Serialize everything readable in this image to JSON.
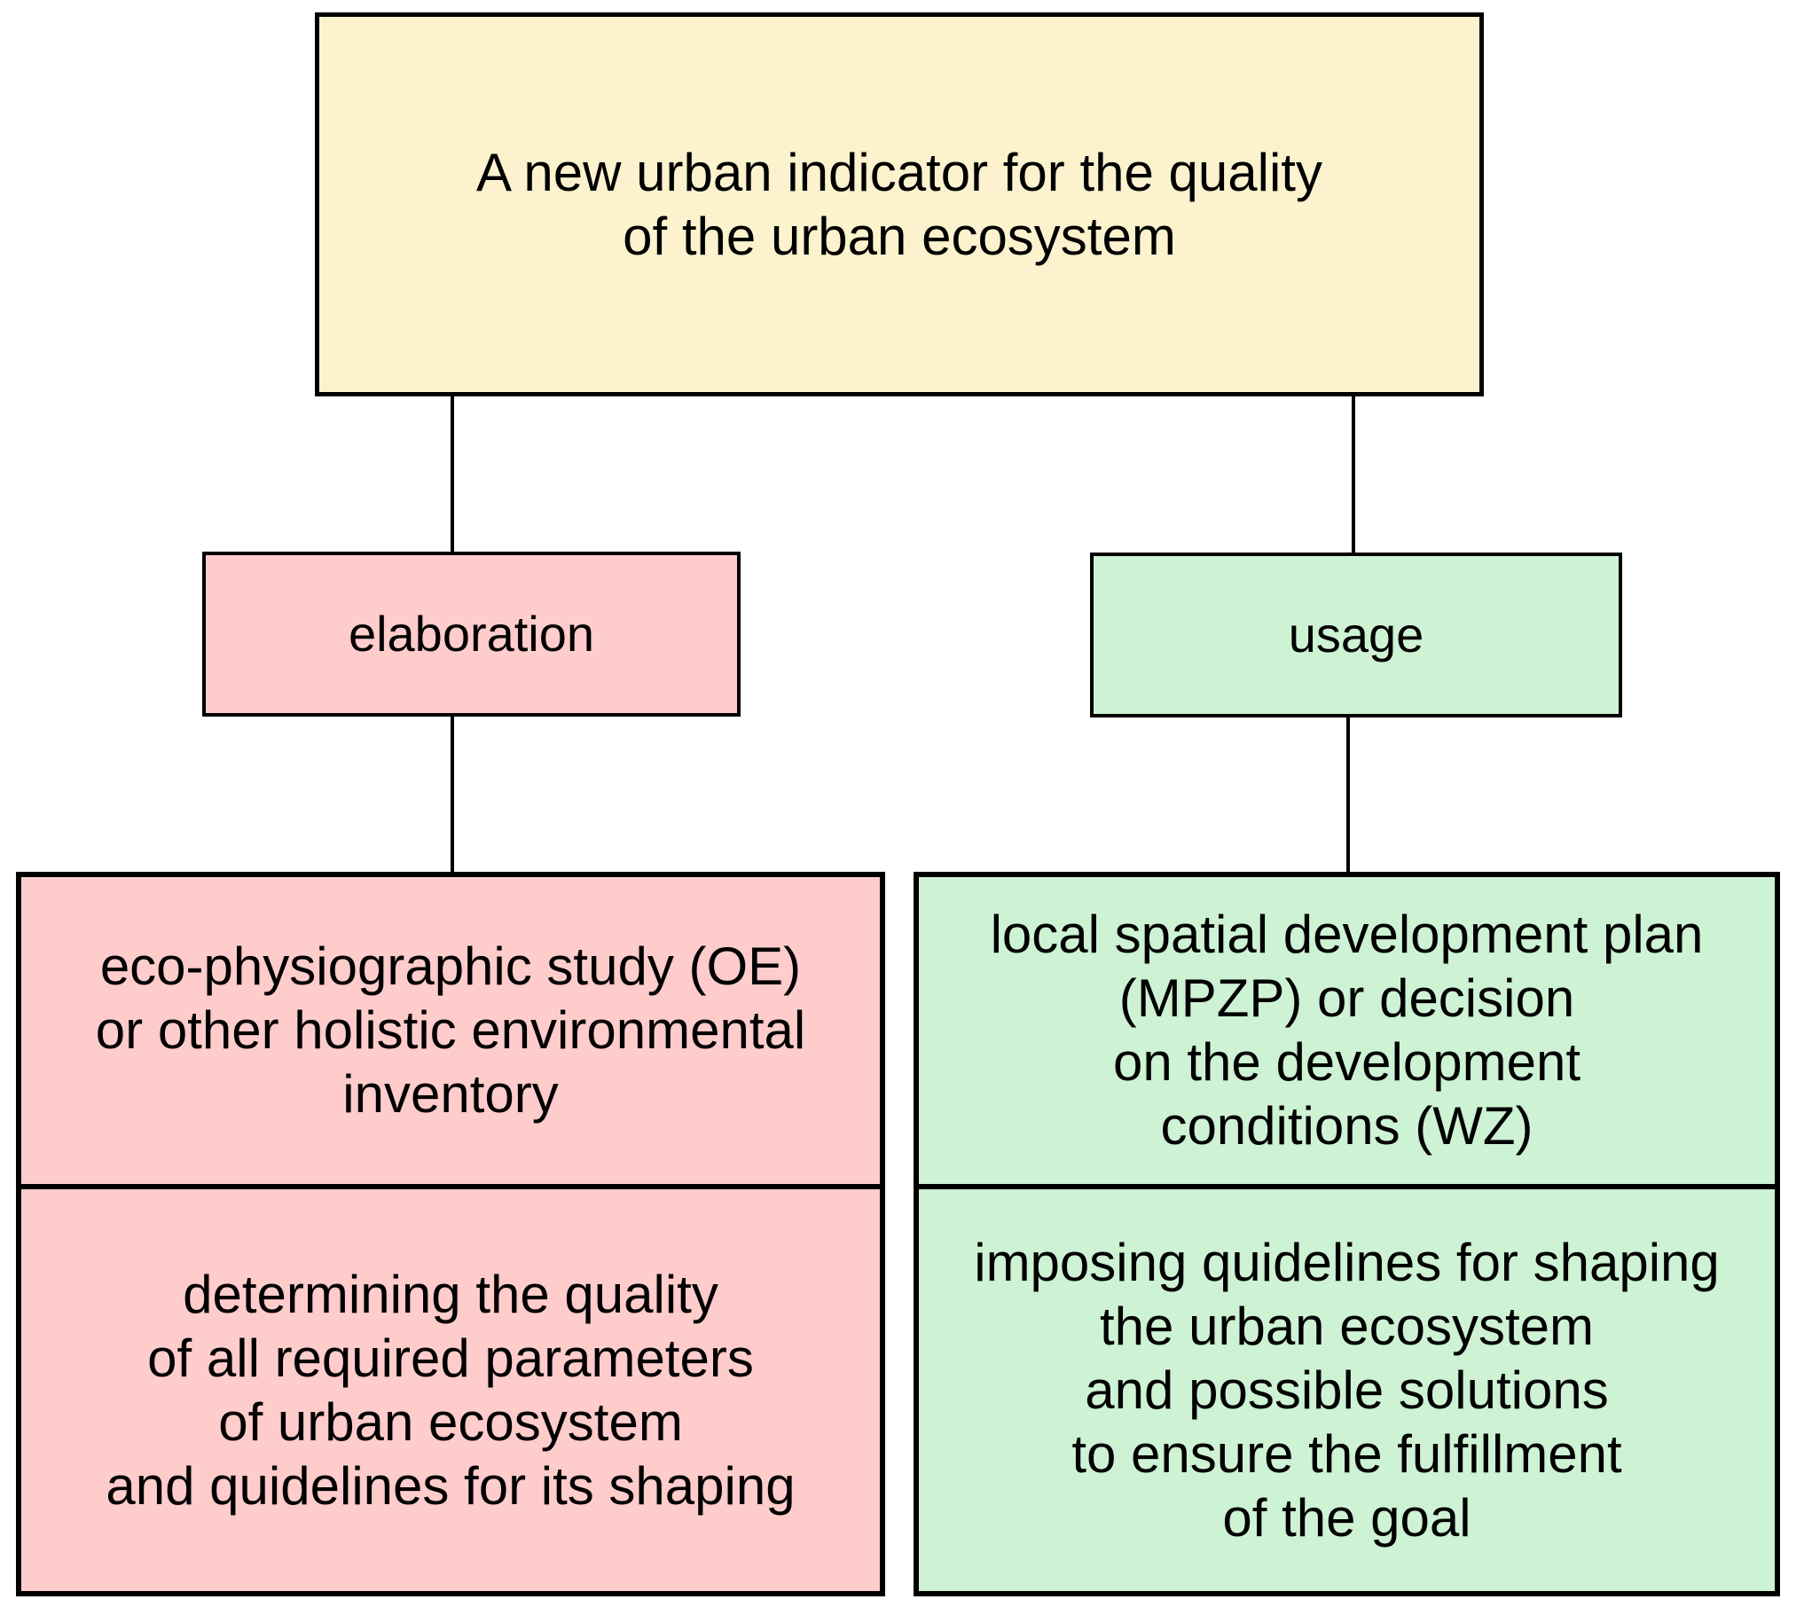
{
  "diagram": {
    "root": {
      "text": "A new urban indicator for the quality\nof the urban ecosystem"
    },
    "elaboration": {
      "label": "elaboration",
      "upper": "eco-physiographic study (OE)\nor other holistic environmental\ninventory",
      "lower": "determining the quality\nof all required parameters\nof urban ecosystem\nand quidelines for its shaping"
    },
    "usage": {
      "label": "usage",
      "upper": "local spatial development plan\n(MPZP) or decision\non the development\nconditions (WZ)",
      "lower": "imposing quidelines for shaping\nthe urban ecosystem\nand possible solutions\nto ensure the fulfillment\nof the goal"
    },
    "colors": {
      "root_fill": "#FCF3CE",
      "elaboration_fill": "#FDCCCB",
      "usage_fill": "#CEF2D4",
      "border": "#000000",
      "text": "#000000",
      "background": "#FFFFFF"
    }
  }
}
